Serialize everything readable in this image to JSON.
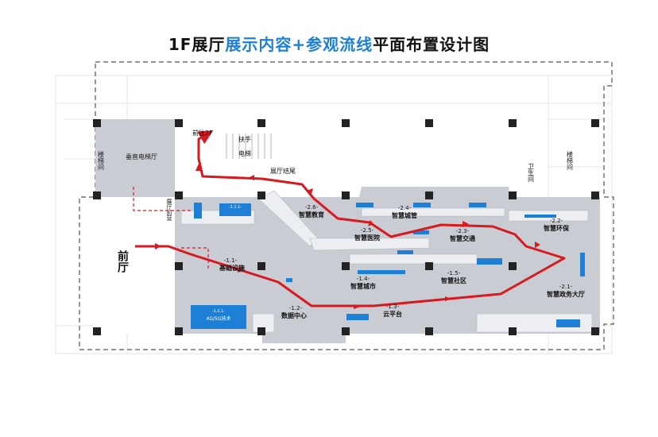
{
  "title": {
    "part1": "1F展厅",
    "part2": "展示内容+参观流线",
    "part3": "平面布置设计图"
  },
  "colors": {
    "route": "#d71920",
    "accent": "#1d7fd6",
    "wall": "#e7e9ee",
    "column": "#222222",
    "floor": "#c9ccd2"
  },
  "rooms": {
    "stairs_left": "楼梯间",
    "stairs_right": "楼梯间",
    "vertical_elevator": "垂直电梯厅",
    "restroom": "卫生间",
    "exhibit_front": "展厅前营",
    "lobby": "前厅",
    "to_2f": "前往2F",
    "escalator": "扶手",
    "elevator": "电梯",
    "exhibit_end": "展厅结尾"
  },
  "zones": [
    {
      "num": "-1.1-",
      "name": "基础设施"
    },
    {
      "num": "-1.2-",
      "name": "数据中心"
    },
    {
      "num": "-1.3-",
      "name": "云平台"
    },
    {
      "num": "-1.4-",
      "name": "智慧城市"
    },
    {
      "num": "-1.5-",
      "name": "智慧社区"
    },
    {
      "num": "-2.1-",
      "name": "智慧政务大厅"
    },
    {
      "num": "-2.2-",
      "name": "智慧环保"
    },
    {
      "num": "-2.3-",
      "name": "智慧交通"
    },
    {
      "num": "-2.4-",
      "name": "智慧城管"
    },
    {
      "num": "-2.5-",
      "name": "智慧医院"
    },
    {
      "num": "-2.6-",
      "name": "智慧教育"
    }
  ],
  "small_labels": {
    "panel_111": "-1.1.1-",
    "panel_121": "-1.2.1-",
    "panel_121_text": "4G/5G技术"
  }
}
